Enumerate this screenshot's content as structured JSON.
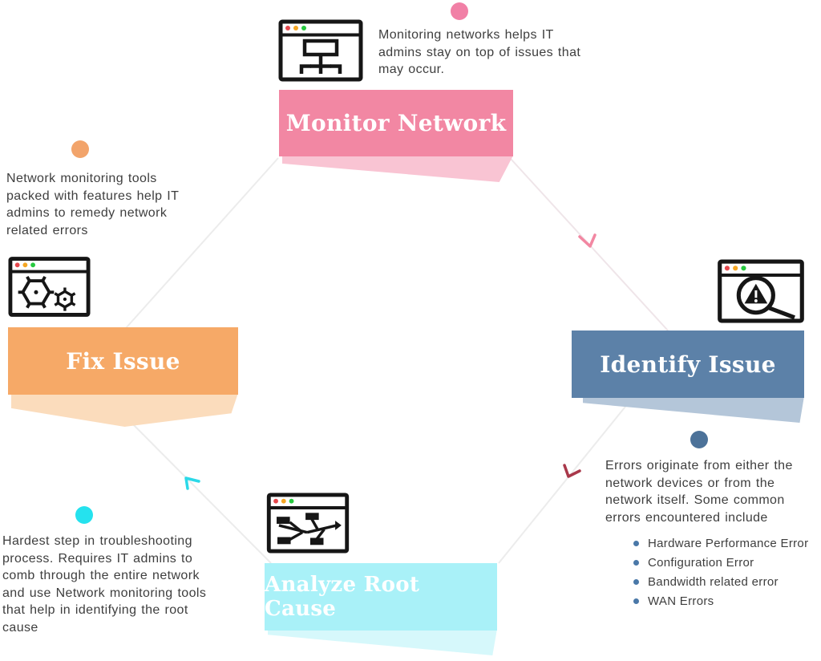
{
  "stages": {
    "monitor": {
      "title": "Monitor Network",
      "description": "Monitoring networks helps IT\nadmins stay on top of issues that\nmay occur.",
      "banner_color": "#F287A3",
      "shadow_color": "#F9C4D3",
      "dot_color": "#F180A6",
      "icon": "sitemap-browser-icon"
    },
    "identify": {
      "title": "Identify Issue",
      "description": "Errors originate from either the\nnetwork devices or from the\nnetwork  itself. Some common\nerrors  encountered include",
      "bullets": [
        "Hardware Performance Error",
        "Configuration Error",
        "Bandwidth related error",
        "WAN Errors"
      ],
      "bullet_color": "#4A78A8",
      "banner_color": "#5C81A8",
      "shadow_color": "#B4C6D9",
      "dot_color": "#4C7299",
      "icon": "search-warning-browser-icon"
    },
    "analyze": {
      "title": "Analyze Root Cause",
      "description": "Hardest step in troubleshooting\nprocess. Requires IT admins to\ncomb through the entire network\nand use Network monitoring tools\nthat help in identifying the root\ncause",
      "banner_color": "#A9F1F8",
      "shadow_color": "#D6F8FB",
      "dot_color": "#25E2EE",
      "icon": "fishbone-browser-icon"
    },
    "fix": {
      "title": "Fix Issue",
      "description": "Network monitoring tools\npacked with features help IT\nadmins to remedy network\nrelated errors",
      "banner_color": "#F6A967",
      "shadow_color": "#FBDCBC",
      "dot_color": "#F2A46B",
      "icon": "gears-browser-icon"
    }
  },
  "connectors": {
    "line_color": "#ECECEC",
    "monitor_to_identify": {
      "color": "#F287A2"
    },
    "identify_to_analyze": {
      "color": "#A9384A"
    },
    "analyze_to_fix": {
      "color": "#2BD9E8"
    }
  },
  "text_color": "#3E3E3E"
}
